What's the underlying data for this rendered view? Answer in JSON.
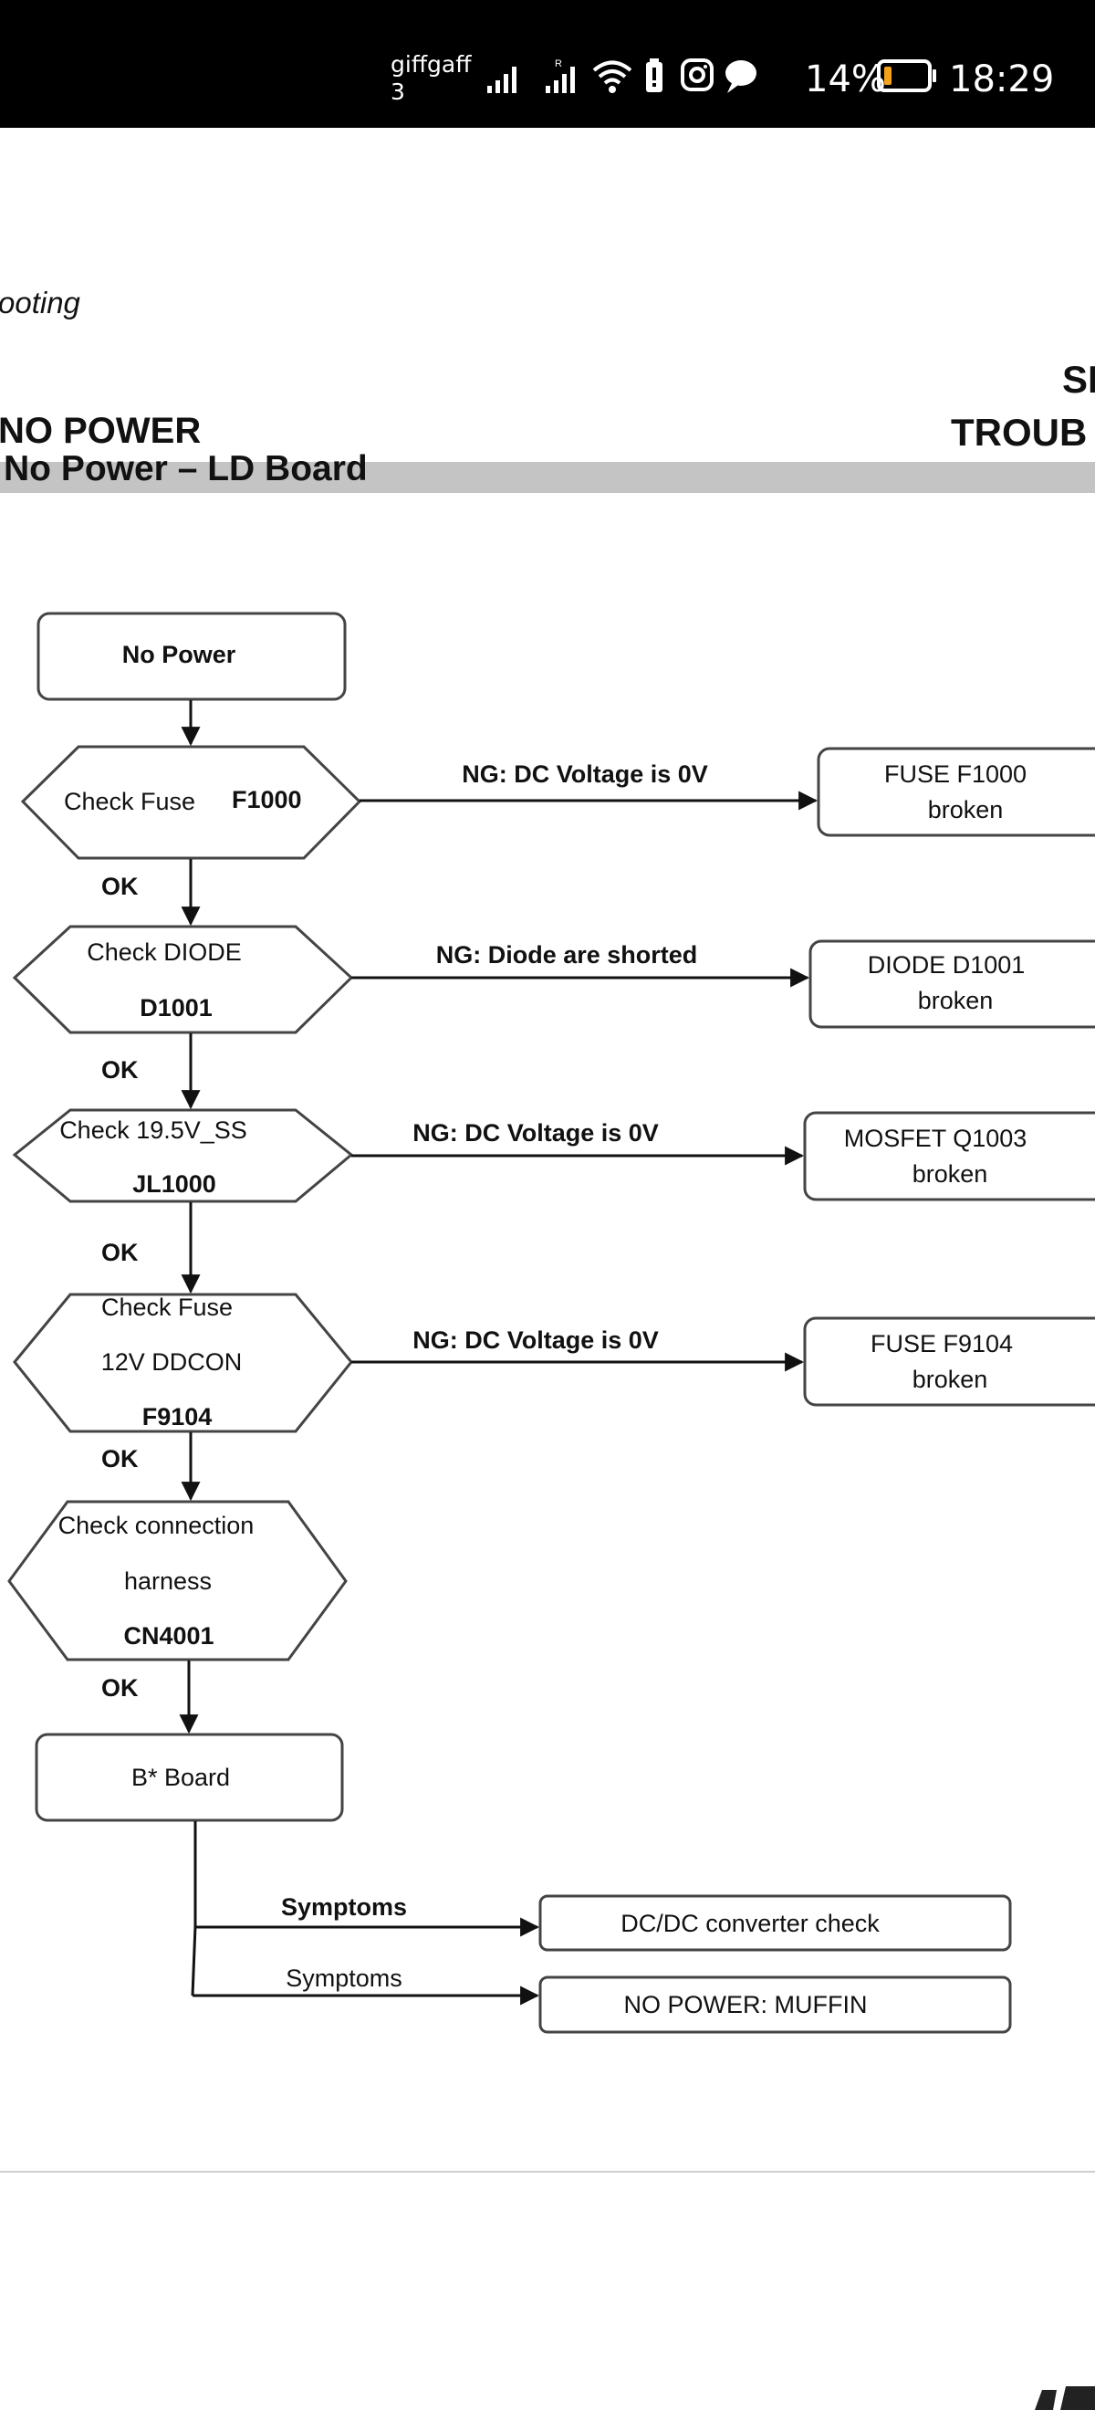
{
  "status_bar": {
    "carrier_line1": "giffgaff",
    "carrier_line2": "3",
    "battery_percent": "14%",
    "time": "18:29",
    "battery_level": 0.14,
    "icons": [
      "signal-icon",
      "signal-roaming-icon",
      "wifi-icon",
      "battery-alert-icon",
      "instagram-icon",
      "chat-icon",
      "battery-icon"
    ]
  },
  "document": {
    "italic_fragment": "ooting",
    "left_title": "NO POWER",
    "right_title_line1": "SI",
    "right_title_line2": "TROUB",
    "section_heading": "No Power – LD Board"
  },
  "flowchart": {
    "start_label": "No Power",
    "checks": [
      {
        "lines": [
          "Check Fuse",
          "F1000"
        ],
        "ok_label": "OK",
        "ng_label": "NG: DC Voltage is 0V",
        "result_lines": [
          "FUSE F1000",
          "broken"
        ]
      },
      {
        "lines": [
          "Check DIODE",
          "D1001"
        ],
        "ok_label": "OK",
        "ng_label": "NG: Diode are shorted",
        "result_lines": [
          "DIODE D1001",
          "broken"
        ]
      },
      {
        "lines": [
          "Check 19.5V_SS",
          "JL1000"
        ],
        "ok_label": "OK",
        "ng_label": "NG: DC Voltage is 0V",
        "result_lines": [
          "MOSFET Q1003",
          "broken"
        ]
      },
      {
        "lines": [
          "Check Fuse",
          "12V DDCON",
          "F9104"
        ],
        "ok_label": "OK",
        "ng_label": "NG: DC Voltage is 0V",
        "result_lines": [
          "FUSE F9104",
          "broken"
        ]
      },
      {
        "lines": [
          "Check connection",
          "harness",
          "CN4001"
        ],
        "ok_label": "OK"
      }
    ],
    "end_label": "B* Board",
    "symptoms": [
      {
        "label": "Symptoms",
        "target": "DC/DC converter check"
      },
      {
        "label": "Symptoms",
        "target": "NO POWER: MUFFIN"
      }
    ]
  }
}
